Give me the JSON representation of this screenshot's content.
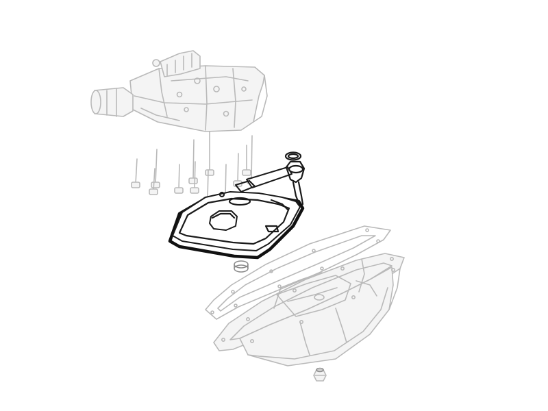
{
  "diagram": {
    "parts": [
      {
        "id": "valve-body",
        "highlighted": false
      },
      {
        "id": "valve-body-bolts",
        "highlighted": false
      },
      {
        "id": "filter-seal",
        "highlighted": true
      },
      {
        "id": "transmission-filter",
        "highlighted": true
      },
      {
        "id": "oil-pan-gasket",
        "highlighted": false
      },
      {
        "id": "oil-pan",
        "highlighted": false
      },
      {
        "id": "drain-plug",
        "highlighted": false
      }
    ],
    "colors": {
      "highlight": "#1a1a1a",
      "ghost": "#b9b9b9",
      "background": "#ffffff"
    }
  }
}
